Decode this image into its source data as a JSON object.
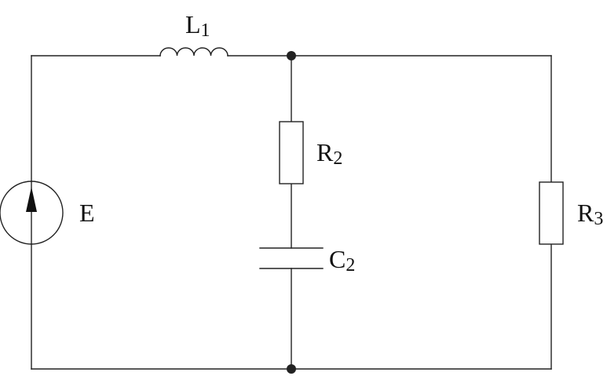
{
  "components": {
    "inductor": {
      "symbol": "L",
      "subscript": "1"
    },
    "resistor_middle": {
      "symbol": "R",
      "subscript": "2"
    },
    "capacitor": {
      "symbol": "C",
      "subscript": "2"
    },
    "resistor_right": {
      "symbol": "R",
      "subscript": "3"
    },
    "source": {
      "symbol": "E"
    }
  },
  "colors": {
    "line": "#222222",
    "background": "#ffffff"
  },
  "icons": {
    "source": "voltage-source-icon",
    "inductor": "inductor-coil-icon",
    "resistor": "resistor-icon",
    "capacitor": "capacitor-icon",
    "node": "junction-dot-icon"
  }
}
